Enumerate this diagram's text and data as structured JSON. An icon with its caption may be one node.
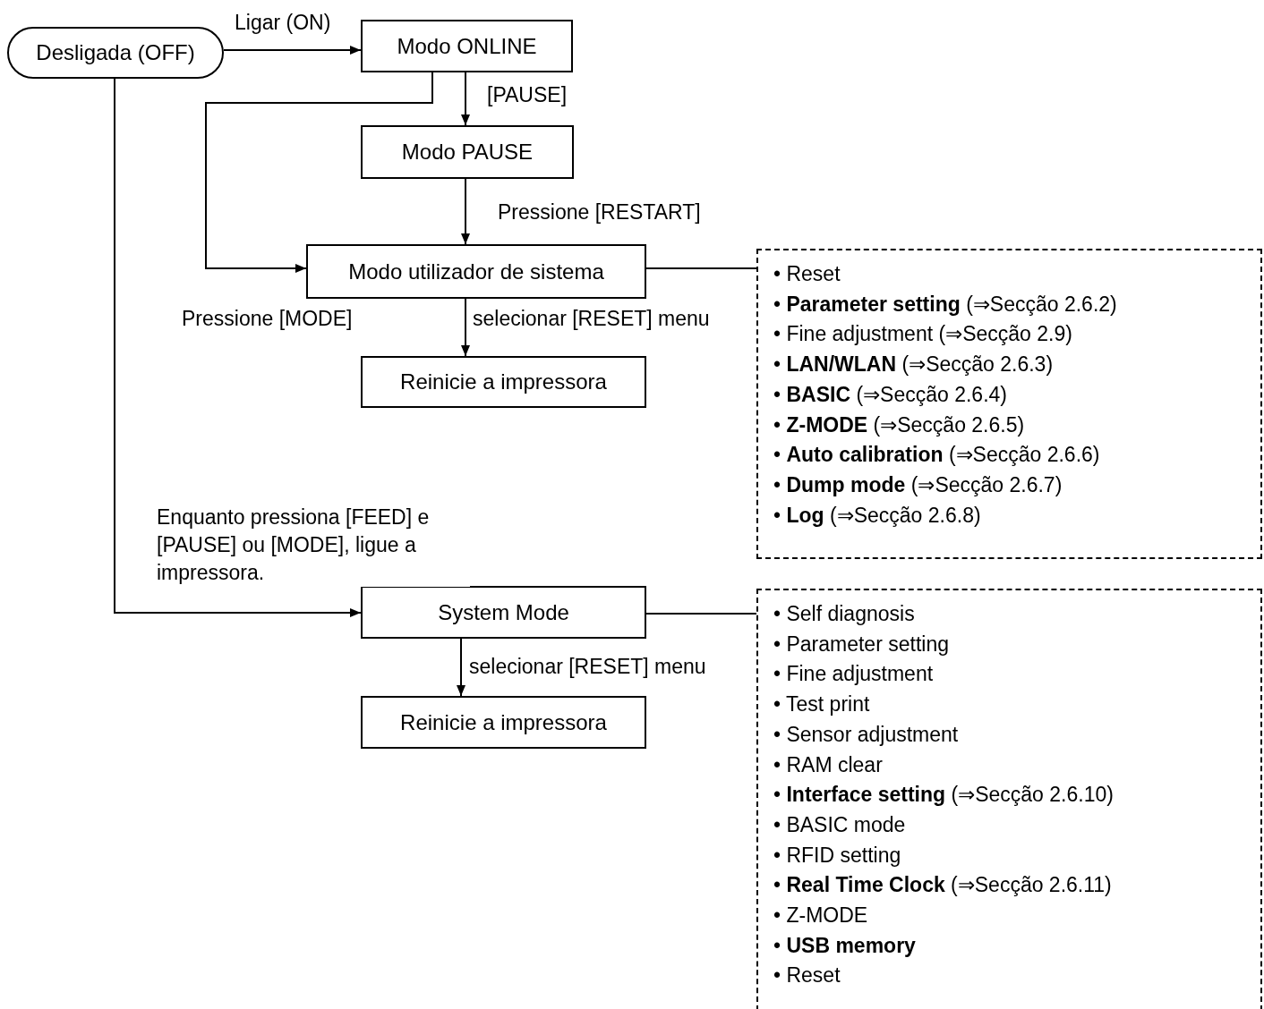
{
  "diagram": {
    "nodes": [
      {
        "text": [
          "Desligada (OFF)"
        ]
      },
      {
        "text": [
          "Modo ONLINE"
        ]
      },
      {
        "text": [
          "Modo PAUSE"
        ]
      },
      {
        "text": [
          "Modo utilizador de sistema"
        ]
      },
      {
        "text": [
          "Reinicie a impressora"
        ]
      },
      {
        "text": [
          "• Reset",
          "• **Parameter setting** (⇒Secção 2.6.2)",
          "• Fine adjustment (⇒Secção 2.9)",
          "• **LAN/WLAN** (⇒Secção 2.6.3)",
          "• **BASIC** (⇒Secção 2.6.4)",
          "• **Z-MODE** (⇒Secção 2.6.5)",
          "• **Auto calibration** (⇒Secção 2.6.6)",
          "• **Dump mode** (⇒Secção 2.6.7)",
          "• **Log** (⇒Secção 2.6.8)"
        ]
      },
      {
        "text": [
          "System Mode"
        ]
      },
      {
        "text": [
          "Reinicie a impressora"
        ]
      },
      {
        "text": [
          "• Self diagnosis",
          "• Parameter setting",
          "• Fine adjustment",
          "• Test print",
          "• Sensor adjustment",
          "• RAM clear",
          "• **Interface setting** (⇒Secção 2.6.10)",
          "• BASIC mode",
          "• RFID setting",
          "• **Real Time Clock** (⇒Secção 2.6.11)",
          "• Z-MODE",
          "• **USB memory**",
          "• Reset"
        ]
      }
    ],
    "edges": [
      {
        "from": 0,
        "to": 1,
        "arrow": "to",
        "label": "Ligar (ON)"
      },
      {
        "from": 1,
        "to": 2,
        "arrow": "to",
        "label": "[PAUSE]"
      },
      {
        "from": 2,
        "to": 3,
        "arrow": "to",
        "label": "Pressione [RESTART]"
      },
      {
        "from": 1,
        "to": 3,
        "arrow": "to",
        "label": "Pressione [MODE]"
      },
      {
        "from": 3,
        "to": 4,
        "arrow": "to",
        "label": "selecionar [RESET] menu"
      },
      {
        "from": 3,
        "to": 5,
        "arrow": "none"
      },
      {
        "from": 0,
        "to": 6,
        "arrow": "to",
        "label": "Enquanto pressiona [FEED] e [PAUSE] ou [MODE], ligue a impressora."
      },
      {
        "from": 6,
        "to": 7,
        "arrow": "to",
        "label": "selecionar [RESET] menu"
      },
      {
        "from": 6,
        "to": 8,
        "arrow": "none"
      }
    ]
  }
}
